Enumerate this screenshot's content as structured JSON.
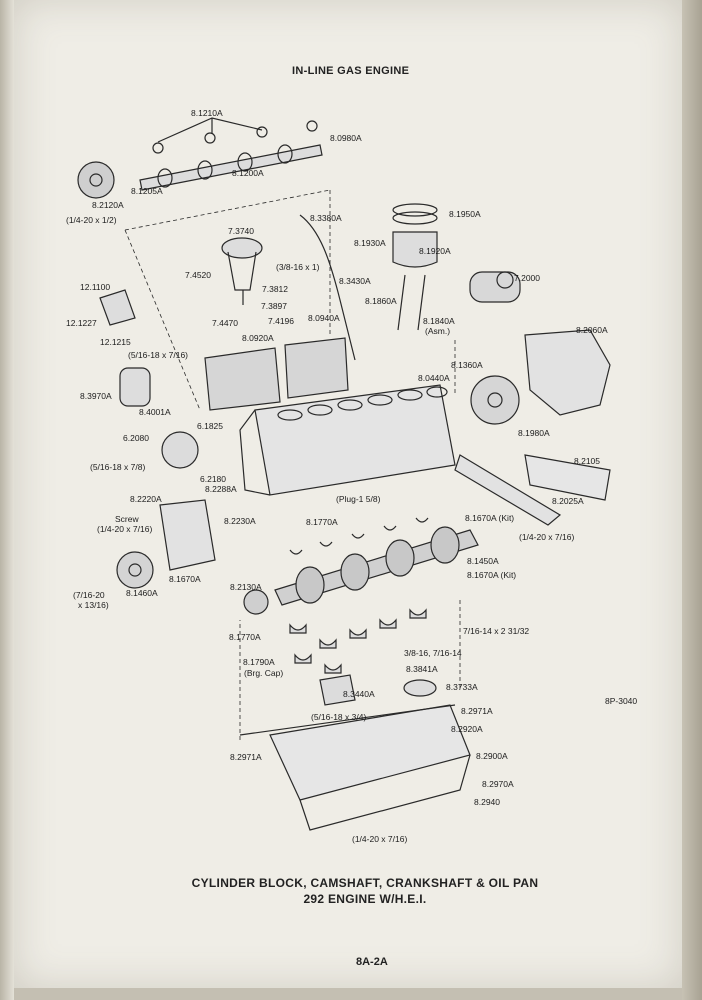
{
  "header": {
    "title": "IN-LINE GAS ENGINE"
  },
  "figure_id": "8P-3040",
  "caption": {
    "line1": "CYLINDER BLOCK, CAMSHAFT, CRANKSHAFT & OIL PAN",
    "line2": "292 ENGINE W/H.E.I."
  },
  "page_number": "8A-2A",
  "callouts": {
    "c01": "8.1210A",
    "c02": "8.0980A",
    "c03": "8.1200A",
    "c04": "8.1205A",
    "c05": "8.2120A",
    "c06": "(1/4-20 x 1/2)",
    "c07": "8.3380A",
    "c08": "8.1950A",
    "c09": "7.3740",
    "c10": "8.1930A",
    "c11": "8.1920A",
    "c12": "(3/8-16 x 1)",
    "c13": "7.4520",
    "c14": "7.3812",
    "c15": "8.3430A",
    "c16": "7.2000",
    "c17": "12.1100",
    "c18": "7.3897",
    "c19": "8.1860A",
    "c20": "8.1840A",
    "c21": "(Asm.)",
    "c22": "12.1227",
    "c23": "7.4470",
    "c24": "7.4196",
    "c25": "8.0940A",
    "c26": "12.1215",
    "c27": "8.0920A",
    "c28": "8.2060A",
    "c29": "(5/16-18 x 7/16)",
    "c30": "8.1360A",
    "c31": "8.3970A",
    "c32": "8.0440A",
    "c33": "8.4001A",
    "c34": "6.1825",
    "c35": "8.1980A",
    "c36": "6.2080",
    "c37": "(5/16-18 x 7/8)",
    "c38": "6.2180",
    "c39": "8.2288A",
    "c40": "8.2105",
    "c41": "(Plug-1 5/8)",
    "c42": "8.2220A",
    "c43": "8.2025A",
    "c44": "Screw",
    "c45": "(1/4-20 x 7/16)",
    "c46": "8.2230A",
    "c47": "8.1770A",
    "c48": "8.1670A (Kit)",
    "c49": "(1/4-20 x 7/16)",
    "c50": "8.1450A",
    "c51": "8.1670A",
    "c52": "8.1670A (Kit)",
    "c53": "(7/16-20",
    "c54": "x 13/16)",
    "c55": "8.1460A",
    "c56": "8.2130A",
    "c57": "8.1770A",
    "c58": "7/16-14 x 2 31/32",
    "c59": "3/8-16, 7/16-14",
    "c60": "8.1790A",
    "c61": "(Brg. Cap)",
    "c62": "8.3841A",
    "c63": "8.3733A",
    "c64": "8.3440A",
    "c65": "(5/16-18 x 3/4)",
    "c66": "8.2971A",
    "c67": "8.2920A",
    "c68": "8.2971A",
    "c69": "8.2900A",
    "c70": "8.2970A",
    "c71": "8.2940",
    "c72": "(1/4-20 x 7/16)"
  },
  "colors": {
    "paper": "#efede6",
    "ink": "#1c1c1c"
  }
}
